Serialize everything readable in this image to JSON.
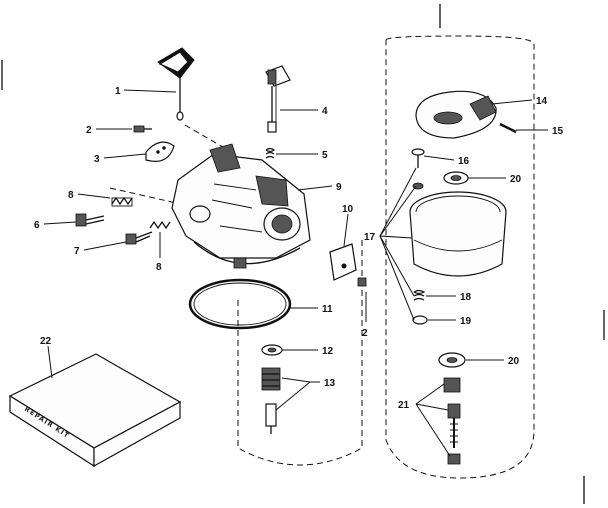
{
  "diagram": {
    "callouts": [
      {
        "id": "c1",
        "label": "1"
      },
      {
        "id": "c2a",
        "label": "2"
      },
      {
        "id": "c3",
        "label": "3"
      },
      {
        "id": "c4",
        "label": "4"
      },
      {
        "id": "c5",
        "label": "5"
      },
      {
        "id": "c6",
        "label": "6"
      },
      {
        "id": "c7",
        "label": "7"
      },
      {
        "id": "c8a",
        "label": "8"
      },
      {
        "id": "c8b",
        "label": "8"
      },
      {
        "id": "c9",
        "label": "9"
      },
      {
        "id": "c10",
        "label": "10"
      },
      {
        "id": "c11",
        "label": "11"
      },
      {
        "id": "c2b",
        "label": "2"
      },
      {
        "id": "c12",
        "label": "12"
      },
      {
        "id": "c13",
        "label": "13"
      },
      {
        "id": "c14",
        "label": "14"
      },
      {
        "id": "c15",
        "label": "15"
      },
      {
        "id": "c16",
        "label": "16"
      },
      {
        "id": "c20a",
        "label": "20"
      },
      {
        "id": "c17",
        "label": "17"
      },
      {
        "id": "c18",
        "label": "18"
      },
      {
        "id": "c19",
        "label": "19"
      },
      {
        "id": "c20b",
        "label": "20"
      },
      {
        "id": "c21",
        "label": "21"
      },
      {
        "id": "c22",
        "label": "22"
      }
    ],
    "repair_kit_label": "REPAIR KIT"
  }
}
